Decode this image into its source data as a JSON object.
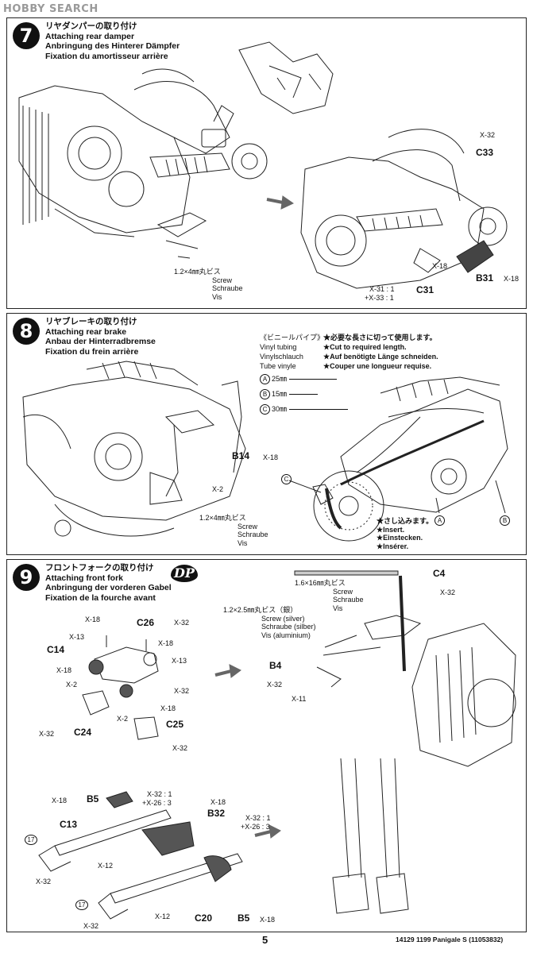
{
  "watermark": "HOBBY SEARCH",
  "steps": [
    {
      "number": "7",
      "title_jp": "リヤダンパーの取り付け",
      "title_en": "Attaching rear damper",
      "title_de": "Anbringung des Hinterer Dämpfer",
      "title_fr": "Fixation du amortisseur arrière",
      "screw": {
        "size": "1.2×4㎜丸ビス",
        "en": "Screw",
        "de": "Schraube",
        "fr": "Vis"
      },
      "parts": {
        "c33": "C33",
        "x32": "X-32",
        "b31": "B31",
        "x18a": "X-18",
        "x18b": "X-18",
        "c31": "C31",
        "c31_note1": "X-31 : 1",
        "c31_note2": "+X-33 : 1"
      }
    },
    {
      "number": "8",
      "title_jp": "リヤブレーキの取り付け",
      "title_en": "Attaching rear brake",
      "title_de": "Anbau der Hinterradbremse",
      "title_fr": "Fixation du frein arrière",
      "vinyl": {
        "jp": "《ビニールパイプ》",
        "en": "Vinyl tubing",
        "de": "Vinylschlauch",
        "fr": "Tube vinyle"
      },
      "cut": {
        "jp": "★必要な長さに切って使用します。",
        "en": "★Cut to required length.",
        "de": "★Auf benötigte Länge schneiden.",
        "fr": "★Couper une longueur requise."
      },
      "tubes": [
        {
          "id": "A",
          "len": "25㎜"
        },
        {
          "id": "B",
          "len": "15㎜"
        },
        {
          "id": "C",
          "len": "30㎜"
        }
      ],
      "insert": {
        "jp": "★さし込みます。",
        "en": "★Insert.",
        "de": "★Einstecken.",
        "fr": "★Insérer."
      },
      "screw": {
        "size": "1.2×4㎜丸ビス",
        "en": "Screw",
        "de": "Schraube",
        "fr": "Vis"
      },
      "parts": {
        "b14": "B14",
        "x18": "X-18",
        "x2": "X-2",
        "tagA": "A",
        "tagB": "B",
        "tagC": "C"
      }
    },
    {
      "number": "9",
      "title_jp": "フロントフォークの取り付け",
      "title_en": "Attaching front fork",
      "title_de": "Anbringung der vorderen Gabel",
      "title_fr": "Fixation de la fourche avant",
      "dp": "DP",
      "screw_long": {
        "size": "1.6×16㎜丸ビス",
        "en": "Screw",
        "de": "Schraube",
        "fr": "Vis"
      },
      "screw_short": {
        "size": "1.2×2.5㎜丸ビス（銀）",
        "en": "Screw (silver)",
        "de": "Schraube (silber)",
        "fr": "Vis (aluminium)"
      },
      "parts": {
        "c4": "C4",
        "c26": "C26",
        "c14": "C14",
        "c24": "C24",
        "c25": "C25",
        "b4": "B4",
        "b5a": "B5",
        "b5b": "B5",
        "b32": "B32",
        "c13": "C13",
        "c20": "C20",
        "x18": "X-18",
        "x13": "X-13",
        "x32": "X-32",
        "x2": "X-2",
        "x11": "X-11",
        "x12": "X-12",
        "mix1": "X-32 : 1",
        "mix2": "+X-26 : 3",
        "seventeen": "17"
      }
    }
  ],
  "page_number": "5",
  "footer": "14129  1199 Panigale S (11053832)"
}
